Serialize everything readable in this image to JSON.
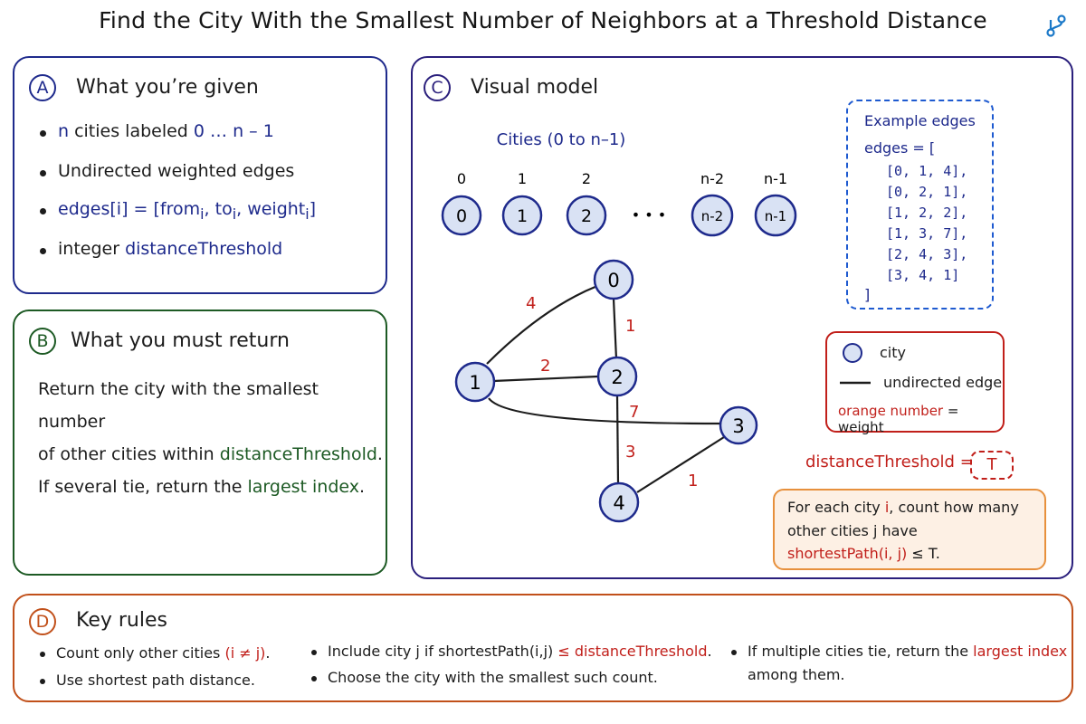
{
  "title": "Find the City With the Smallest Number of Neighbors at a Threshold Distance",
  "logo_icon": "branch-fork-icon",
  "colors": {
    "navy": "#1e2a8c",
    "green": "#1d5a24",
    "purple": "#2a1f7c",
    "orange": "#c1501a",
    "red": "#c11f1a",
    "node_fill": "#d9e2f4"
  },
  "panel_a": {
    "letter": "A",
    "heading": "What you’re given",
    "b1_var": "n",
    "b1_text": " cities labeled ",
    "b1_range": "0 … n – 1",
    "b2": "Undirected weighted edges",
    "b3_pre": "edges[i] = [from",
    "b3_sub1": "i",
    "b3_mid1": ", to",
    "b3_sub2": "i",
    "b3_mid2": ", weight",
    "b3_sub3": "i",
    "b3_end": "]",
    "b4_pre": "integer ",
    "b4_var": "distanceThreshold"
  },
  "panel_b": {
    "letter": "B",
    "heading": "What you must return",
    "l1": "Return the city with the smallest number",
    "l2_pre": "of other cities within ",
    "l2_var": "distanceThreshold",
    "l2_end": ".",
    "l3_pre": "If several tie, return the ",
    "l3_var": "largest index",
    "l3_end": "."
  },
  "panel_c": {
    "letter": "C",
    "heading": "Visual model",
    "cities_label": "Cities (0 to n–1)",
    "city_row": [
      {
        "top": "0",
        "label": "0"
      },
      {
        "top": "1",
        "label": "1"
      },
      {
        "top": "2",
        "label": "2"
      },
      {
        "top": "n-2",
        "label": "n-2"
      },
      {
        "top": "n-1",
        "label": "n-1"
      }
    ],
    "ellipsis": "• • •",
    "graph_nodes": [
      "0",
      "1",
      "2",
      "3",
      "4"
    ],
    "graph_edges": [
      {
        "from": "1",
        "to": "0",
        "weight": "4"
      },
      {
        "from": "0",
        "to": "2",
        "weight": "1"
      },
      {
        "from": "1",
        "to": "2",
        "weight": "2"
      },
      {
        "from": "1",
        "to": "3",
        "weight": "7"
      },
      {
        "from": "2",
        "to": "4",
        "weight": "3"
      },
      {
        "from": "4",
        "to": "3",
        "weight": "1"
      }
    ],
    "example": {
      "title": "Example edges",
      "open": "edges = [",
      "rows": [
        "[0, 1, 4],",
        "[0, 2, 1],",
        "[1, 2, 2],",
        "[1, 3, 7],",
        "[2, 4, 3],",
        "[3, 4, 1]"
      ],
      "close": "]"
    },
    "legend": {
      "city": "city",
      "edge": "undirected edge",
      "weight_colored": "orange number",
      "weight_rest": " = weight"
    },
    "threshold_label": "distanceThreshold  =",
    "threshold_value": "T",
    "note_l1_pre": "For each city ",
    "note_l1_var": "i",
    "note_l1_end": ", count how many",
    "note_l2": "other cities j have",
    "note_l3_colored": "shortestPath(i, j)",
    "note_l3_end": " ≤ T."
  },
  "panel_d": {
    "letter": "D",
    "heading": "Key rules",
    "r1_pre": "Count only other cities ",
    "r1_colored": "(i ≠ j)",
    "r1_end": ".",
    "r2": "Use shortest path distance.",
    "r3_pre": "Include city j if shortestPath(i,j) ",
    "r3_colored": "≤ distanceThreshold",
    "r3_end": ".",
    "r4": "Choose the city with the smallest such count.",
    "r5_pre": "If multiple cities tie, return the ",
    "r5_colored": "largest index",
    "r5_l2": "among them."
  }
}
